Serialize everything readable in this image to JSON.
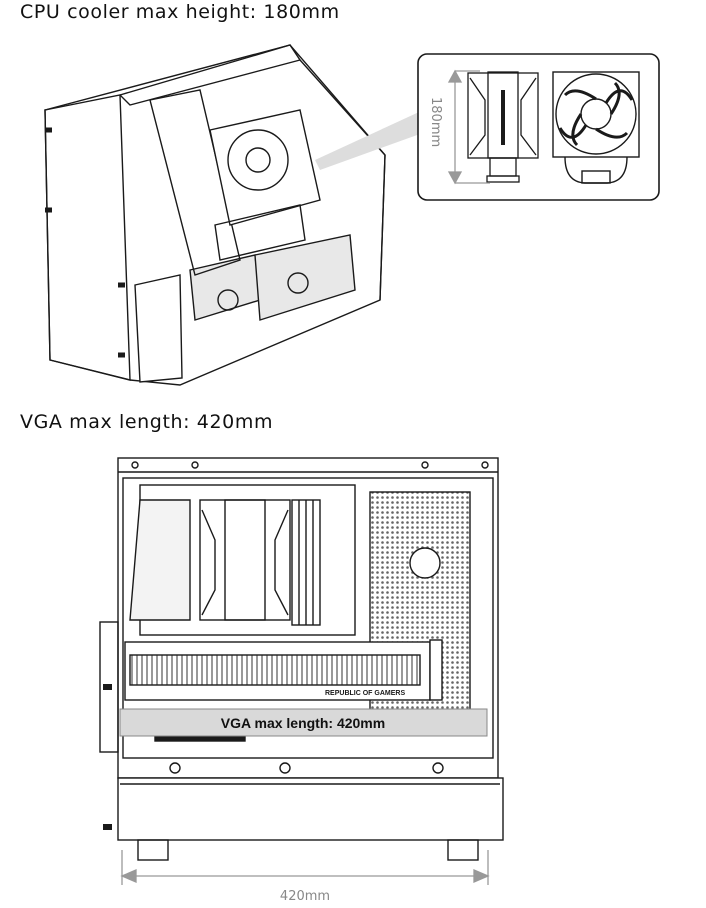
{
  "cpu_section": {
    "title": "CPU cooler max height: 180mm",
    "dimension_label": "180mm"
  },
  "vga_section": {
    "title": "VGA max length: 420mm",
    "banner_label": "VGA max length: 420mm",
    "dimension_label": "420mm",
    "gpu_logo_text": "REPUBLIC OF GAMERS"
  },
  "colors": {
    "line": "#1a1a1a",
    "dimension": "#999999",
    "banner": "#d9d9d9"
  }
}
